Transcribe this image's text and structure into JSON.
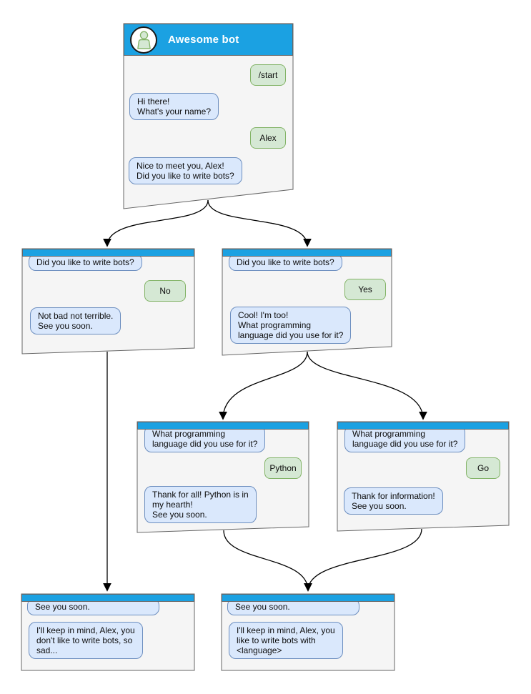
{
  "colors": {
    "titlebar_blue": "#1BA1E2",
    "window_fill": "#F5F5F5",
    "window_border": "#666666",
    "bot_bubble_fill": "#DAE8FC",
    "bot_bubble_border": "#6C8EBF",
    "user_bubble_fill": "#D5E8D4",
    "user_bubble_border": "#82B366",
    "edge_color": "#000000"
  },
  "windows": {
    "start": {
      "title": "Awesome bot",
      "messages": {
        "start_cmd": "/start",
        "greeting": "Hi there!\nWhat's your name?",
        "name_reply": "Alex",
        "ask_bots": "Nice to meet you, Alex!\nDid you like to write bots?"
      }
    },
    "no_branch": {
      "pinned": "Did you like to write bots?",
      "answer": "No",
      "reply": "Not bad not terrible.\nSee you soon."
    },
    "yes_branch": {
      "pinned": "Did you like to write bots?",
      "answer": "Yes",
      "reply": "Cool! I'm too!\nWhat programming\nlanguage did you use for it?"
    },
    "python_branch": {
      "pinned": "What programming\nlanguage did you use for it?",
      "answer": "Python",
      "reply": "Thank for all! Python is in\nmy hearth!\nSee you soon."
    },
    "go_branch": {
      "pinned": "What programming\nlanguage did you use for it?",
      "answer": "Go",
      "reply": "Thank for information!\nSee you soon."
    },
    "end_no": {
      "pinned": "See you soon.",
      "reply": "I'll keep in mind, Alex, you\ndon't like to write bots, so\nsad..."
    },
    "end_yes": {
      "pinned": "See you soon.",
      "reply": "I'll keep in mind, Alex, you\nlike to write bots with\n<language>"
    }
  }
}
